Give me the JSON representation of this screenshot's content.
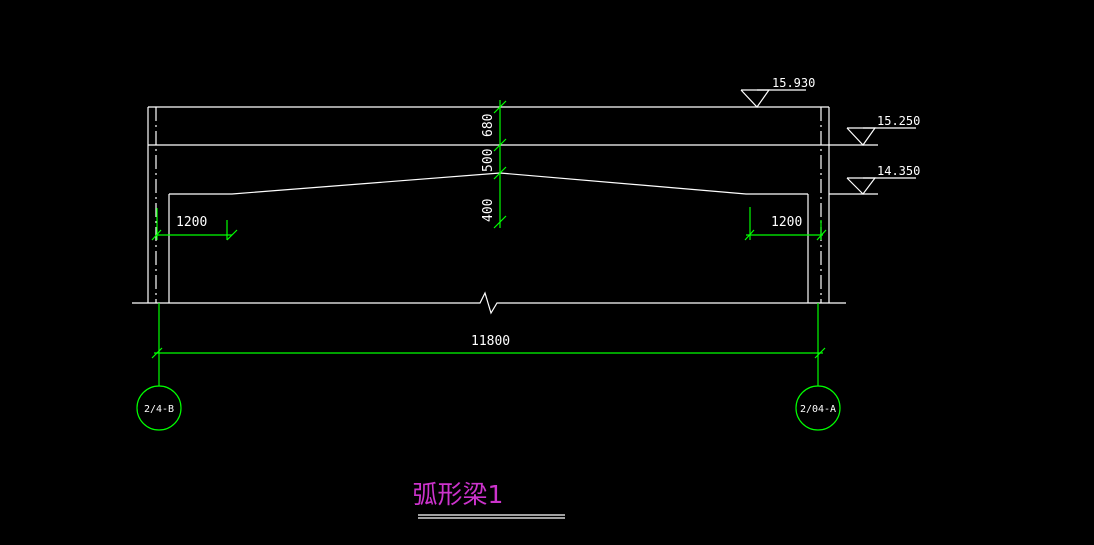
{
  "colors": {
    "background": "#000000",
    "linework": "#ffffff",
    "dimension": "#00ff00",
    "title": "#cc33cc"
  },
  "elevations": {
    "top": "15.930",
    "mid": "15.250",
    "low": "14.350"
  },
  "dims": {
    "h_680": "680",
    "h_500": "500",
    "h_400": "400",
    "left_1200": "1200",
    "right_1200": "1200",
    "span_11800": "11800"
  },
  "axes": {
    "left": "2/4-B",
    "right": "2/04-A"
  },
  "title": "弧形梁1"
}
